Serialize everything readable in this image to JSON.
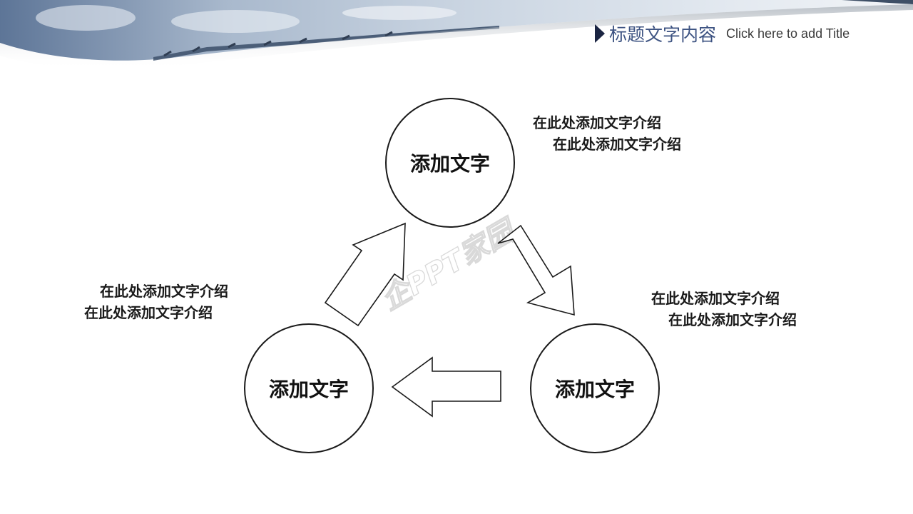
{
  "header": {
    "title_cn": "标题文字内容",
    "title_en": "Click here to add Title"
  },
  "watermark": "企PPT家园",
  "nodes": [
    {
      "label": "添加文字"
    },
    {
      "label": "添加文字"
    },
    {
      "label": "添加文字"
    }
  ],
  "descriptions": {
    "top_right": {
      "line1": "在此处添加文字介绍",
      "line2": "在此处添加文字介绍"
    },
    "right": {
      "line1": "在此处添加文字介绍",
      "line2": "在此处添加文字介绍"
    },
    "left": {
      "line1": "在此处添加文字介绍",
      "line2": "在此处添加文字介绍"
    }
  },
  "colors": {
    "title_cn": "#3d5382",
    "title_marker": "#1b2542",
    "sky_top": "#8fa3bd",
    "sky_light": "#d6dee8"
  }
}
